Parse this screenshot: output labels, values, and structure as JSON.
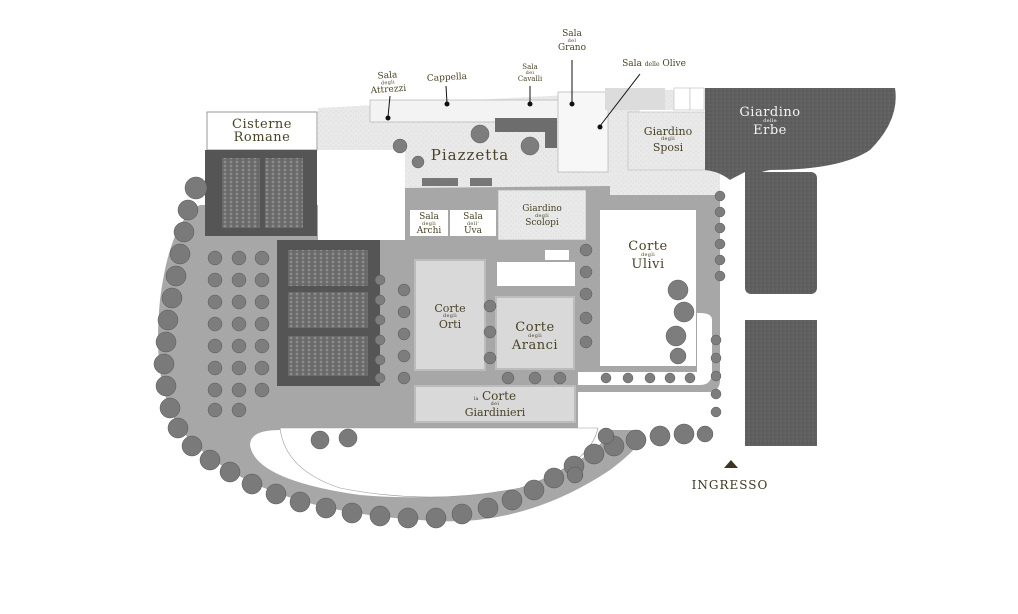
{
  "map": {
    "colors": {
      "text": "#4a4226",
      "garden_dark": "#5e5e5e",
      "garden_mid": "#9a9a9a",
      "court_light": "#d7d7d7",
      "paving": "#e6e6e6",
      "hedge": "#7c7c7c",
      "arrow": "#3d3622"
    },
    "labels": {
      "cisterne": {
        "line1": "Cisterne",
        "line2": "Romane"
      },
      "sala_attrezzi": {
        "line1": "Sala",
        "small": "degli",
        "line2": "Attrezzi"
      },
      "cappella": "Cappella",
      "sala_cavalli": {
        "line1": "Sala",
        "small": "dei",
        "line2": "Cavalli"
      },
      "sala_grano": {
        "line1": "Sala",
        "small": "del",
        "line2": "Grano"
      },
      "sala_olive": {
        "line1": "Sala",
        "small": "delle",
        "line2": "Olive"
      },
      "giardino_erbe": {
        "line1": "Giardino",
        "small": "delle",
        "line2": "Erbe"
      },
      "piazzetta": "Piazzetta",
      "giardino_sposi": {
        "line1": "Giardino",
        "small": "degli",
        "line2": "Sposi"
      },
      "sala_archi": {
        "line1": "Sala",
        "small": "degli",
        "line2": "Archi"
      },
      "sala_uva": {
        "line1": "Sala",
        "small": "dell'",
        "line2": "Uva"
      },
      "giardino_scolopi": {
        "line1": "Giardino",
        "small": "degli",
        "line2": "Scolopi"
      },
      "corte_ulivi": {
        "line1": "Corte",
        "small": "degli",
        "line2": "Ulivi"
      },
      "corte_orti": {
        "line1": "Corte",
        "small": "degli",
        "line2": "Orti"
      },
      "corte_aranci": {
        "line1": "Corte",
        "small": "degli",
        "line2": "Aranci"
      },
      "corte_giardinieri": {
        "small1": "la",
        "line1": "Corte",
        "small": "dei",
        "line2": "Giardinieri"
      },
      "ingresso": "INGRESSO"
    }
  }
}
